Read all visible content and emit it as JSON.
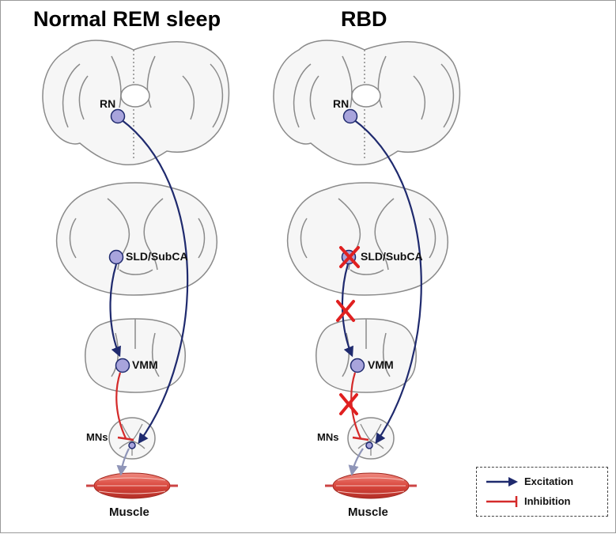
{
  "panels": {
    "normal_title": "Normal REM sleep",
    "rbd_title": "RBD"
  },
  "labels": {
    "rn": "RN",
    "sld": "SLD/SubCA",
    "vmm": "VMM",
    "mns": "MNs",
    "muscle": "Muscle"
  },
  "legend": {
    "excitation": "Excitation",
    "inhibition": "Inhibition"
  },
  "colors": {
    "excitation": "#1f2a6e",
    "inhibition": "#d42a2a",
    "lesion": "#e02020",
    "nucleus_fill": "#a8a4dc",
    "outline": "#8a8a8a",
    "muscle": "#d9473d"
  }
}
